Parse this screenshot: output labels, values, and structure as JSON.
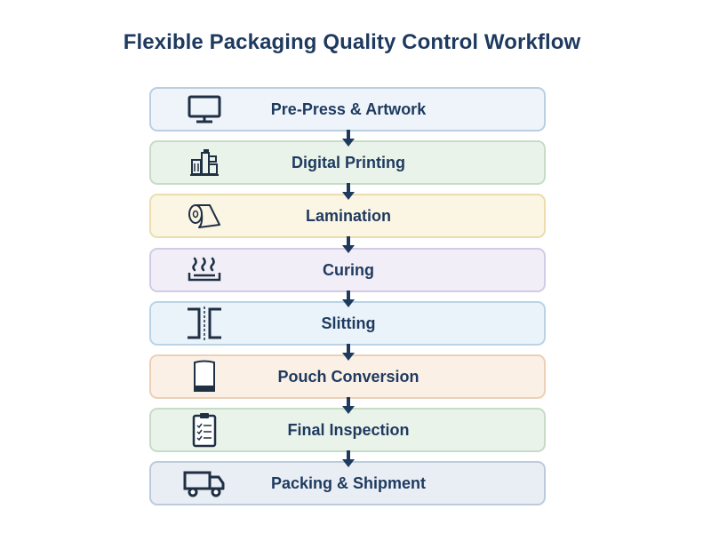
{
  "title": "Flexible Packaging Quality Control Workflow",
  "steps": [
    {
      "label": "Pre-Press & Artwork",
      "icon": "monitor-icon",
      "bg": "#eef4fa",
      "border": "#b9cfe4"
    },
    {
      "label": "Digital Printing",
      "icon": "printer-icon",
      "bg": "#eaf3ea",
      "border": "#c6dcc6"
    },
    {
      "label": "Lamination",
      "icon": "film-roll-icon",
      "bg": "#fbf5e3",
      "border": "#ecdcae"
    },
    {
      "label": "Curing",
      "icon": "heat-icon",
      "bg": "#f1eef7",
      "border": "#d3cbe4"
    },
    {
      "label": "Slitting",
      "icon": "slitting-icon",
      "bg": "#eaf3fa",
      "border": "#b9d3e8"
    },
    {
      "label": "Pouch Conversion",
      "icon": "pouch-icon",
      "bg": "#fbf0e6",
      "border": "#ebd0b6"
    },
    {
      "label": "Final Inspection",
      "icon": "clipboard-check-icon",
      "bg": "#eaf3ea",
      "border": "#c6dcc6"
    },
    {
      "label": "Packing & Shipment",
      "icon": "truck-icon",
      "bg": "#e9eef5",
      "border": "#bccbdc"
    }
  ],
  "colors": {
    "title": "#1e3a5f",
    "arrow": "#1e3a5f",
    "icon": "#1f2f44"
  }
}
